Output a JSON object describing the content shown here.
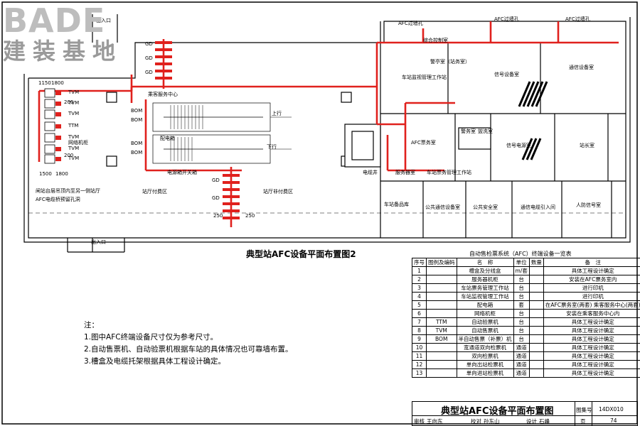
{
  "watermark": {
    "brand": "BADE",
    "subtitle": "建装基地"
  },
  "plan": {
    "entrance_top": "出入口",
    "entrance_bottom": "出入口",
    "afc_holes": [
      "AFC过墙孔",
      "AFC过墙孔",
      "AFC过墙孔"
    ],
    "comprehensive_control_room": "综合控制室",
    "duty_room": "警亭室（站务室）",
    "station_monitor_workstation": "车站监视管理工作站",
    "signal_equipment_room": "信号设备室",
    "comm_equipment_room": "通信设备室",
    "passenger_service_center": "乘客服务中心",
    "power_box": "配电箱",
    "afc_ticket_office": "AFC票务室",
    "ticket_work_station": "车站票务管理工作站",
    "cable_shaft": "电缆井",
    "police_room": "警务室",
    "restroom": "盥洗室",
    "ticket_service_room": "服务器室",
    "signal_power_room": "信号电源室",
    "station_room": "站长室",
    "up": "上行",
    "down": "下行",
    "escalator_switch": "电源箱开关箱",
    "network_cabinet": "网络机柜",
    "unpaid_area": "站厅非付费区",
    "paid_area": "站厅付费区",
    "upper_note": "闸站台层吊顶内至另一侧站厅",
    "cable_note": "AFC电缆桥预留孔洞",
    "rooms_bottom": [
      "车站备品库",
      "公共通信设备室",
      "公共安全室",
      "通信电缆引入间",
      "人防信号室"
    ],
    "dims": [
      "1150",
      "1800",
      "1500",
      "1800",
      "200",
      "200",
      "250",
      "250"
    ],
    "device_labels": [
      "TVM",
      "TVM",
      "TVM",
      "TTM",
      "TVM",
      "TVM",
      "TVM",
      "BOM",
      "BOM",
      "BOM",
      "BOM",
      "GD",
      "GD",
      "GD",
      "GD",
      "GD"
    ]
  },
  "subtitle": "典型站AFC设备平面布置图2",
  "notes": {
    "title": "注：",
    "items": [
      "1.图中AFC终端设备尺寸仅为参考尺寸。",
      "2.自动售票机、自动验票机根据车站的具体情况也可靠墙布置。",
      "3.槽盒及电缆托架根据具体工程设计确定。"
    ]
  },
  "table": {
    "caption": "自动售检票系统（AFC）终端设备一览表",
    "headers": [
      "序号",
      "图例及编码",
      "名　称",
      "单位",
      "数量",
      "备　注"
    ],
    "rows": [
      {
        "no": "1",
        "code": "",
        "name": "槽盒及分线盒",
        "unit": "m/套",
        "qty": "",
        "remark": "具体工程设计确定"
      },
      {
        "no": "2",
        "code": "",
        "name": "服务器机柜",
        "unit": "台",
        "qty": "",
        "remark": "安装在AFC票务室内"
      },
      {
        "no": "3",
        "code": "",
        "name": "车站票务管理工作站",
        "unit": "台",
        "qty": "",
        "remark": "进行印机"
      },
      {
        "no": "4",
        "code": "",
        "name": "车站监视管理工作站",
        "unit": "台",
        "qty": "",
        "remark": "进行印机"
      },
      {
        "no": "5",
        "code": "",
        "name": "配电箱",
        "unit": "套",
        "qty": "",
        "remark": "在AFC票务室(两套)\n乘客服务中心(两套)"
      },
      {
        "no": "6",
        "code": "",
        "name": "网络机柜",
        "unit": "台",
        "qty": "",
        "remark": "安装在乘客服务中心内"
      },
      {
        "no": "7",
        "code": "TTM",
        "name": "自动验票机",
        "unit": "台",
        "qty": "",
        "remark": "具体工程设计确定"
      },
      {
        "no": "8",
        "code": "TVM",
        "name": "自动售票机",
        "unit": "台",
        "qty": "",
        "remark": "具体工程设计确定"
      },
      {
        "no": "9",
        "code": "BOM",
        "name": "半自动售票（补票）机",
        "unit": "台",
        "qty": "",
        "remark": "具体工程设计确定"
      },
      {
        "no": "10",
        "code": "",
        "name": "宽通道双向检票机",
        "unit": "通道",
        "qty": "",
        "remark": "具体工程设计确定"
      },
      {
        "no": "11",
        "code": "",
        "name": "双向检票机",
        "unit": "通道",
        "qty": "",
        "remark": "具体工程设计确定"
      },
      {
        "no": "12",
        "code": "",
        "name": "单向出站检票机",
        "unit": "通道",
        "qty": "",
        "remark": "具体工程设计确定"
      },
      {
        "no": "13",
        "code": "",
        "name": "单向进站检票机",
        "unit": "通道",
        "qty": "",
        "remark": "具体工程设计确定"
      }
    ]
  },
  "title_block": {
    "title": "典型站AFC设备平面布置图",
    "atlas_label": "图集号",
    "atlas_no": "14DX010",
    "review_label": "审核",
    "reviewer": "王向东",
    "check_label": "校对",
    "checker": "孙东山",
    "design_label": "设计",
    "designer": "石峰",
    "page_label": "页",
    "page": "74"
  },
  "colors": {
    "afc_line": "#e0211d",
    "wall": "#000000",
    "watermark": "#b0b0b0"
  }
}
